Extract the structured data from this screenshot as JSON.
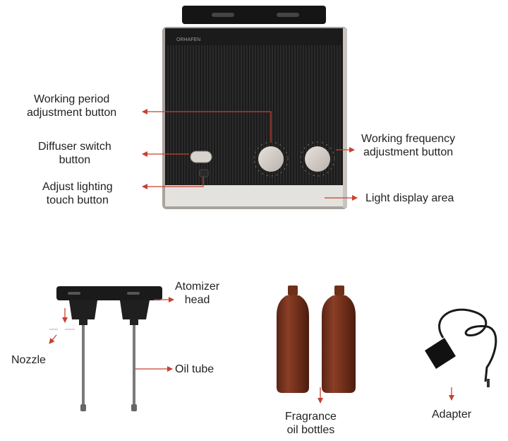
{
  "device": {
    "brand": "ORHAFEN",
    "accent_color": "#c8402f",
    "body_color": "#1b1b1b",
    "light_strip_color": "#e4e2df"
  },
  "labels": {
    "working_period": [
      "Working period",
      "adjustment button"
    ],
    "diffuser_switch": [
      "Diffuser switch",
      "button"
    ],
    "adjust_lighting": [
      "Adjust lighting",
      "touch button"
    ],
    "working_frequency": [
      "Working frequency",
      "adjustment button"
    ],
    "light_display": "Light display area",
    "atomizer_head": [
      "Atomizer",
      "head"
    ],
    "nozzle": "Nozzle",
    "oil_tube": "Oil tube",
    "fragrance_bottles": [
      "Fragrance",
      "oil bottles"
    ],
    "adapter": "Adapter"
  }
}
